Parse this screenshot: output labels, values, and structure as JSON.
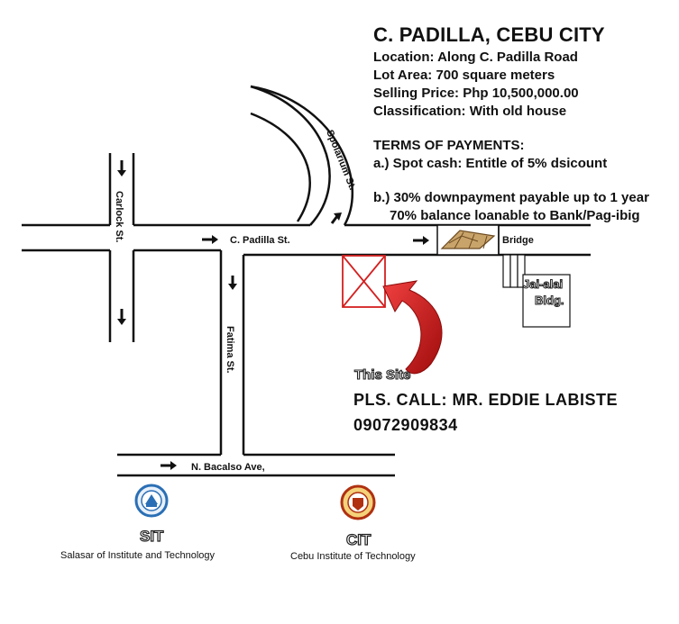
{
  "info": {
    "title": "C. PADILLA, CEBU CITY",
    "location": "Location: Along C. Padilla Road",
    "lot_area": "Lot Area: 700 square meters",
    "selling_price": "Selling Price: Php 10,500,000.00",
    "classification": "Classification: With old house",
    "terms_heading": "TERMS OF PAYMENTS:",
    "term_a": "a.) Spot cash: Entitle of 5% dsicount",
    "term_b1": "b.) 30% downpayment payable up to 1 year",
    "term_b2": "70% balance loanable to Bank/Pag-ibig"
  },
  "contact": {
    "line1": "PLS. CALL:  MR.  EDDIE LABISTE",
    "line2": "09072909834"
  },
  "map": {
    "streets": {
      "carlock": "Carlock St.",
      "spolarium": "Spolarium St.",
      "c_padilla": "C. Padilla St.",
      "fatima": "Fatima St.",
      "n_bacalso": "N. Bacalso Ave,",
      "bridge": "Bridge"
    },
    "landmarks": {
      "jai_alai_line1": "Jai-alai",
      "jai_alai_line2": "Bldg.",
      "this_site": "This Site"
    },
    "schools": {
      "sit_abbr": "SIT",
      "sit_name": "Salasar of Institute and Technology",
      "cit_abbr": "CIT",
      "cit_name": "Cebu Institute of Technology"
    },
    "colors": {
      "road": "#111111",
      "site": "#d42020",
      "arrow": "#d01818",
      "sit_seal": "#2a6fb5",
      "cit_seal": "#d4a020"
    }
  }
}
